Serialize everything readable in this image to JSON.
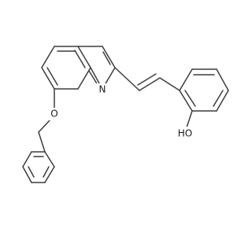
{
  "atom_labels": {
    "nitrogen": "N",
    "ether_oxygen": "O",
    "hydroxyl": "HO"
  }
}
